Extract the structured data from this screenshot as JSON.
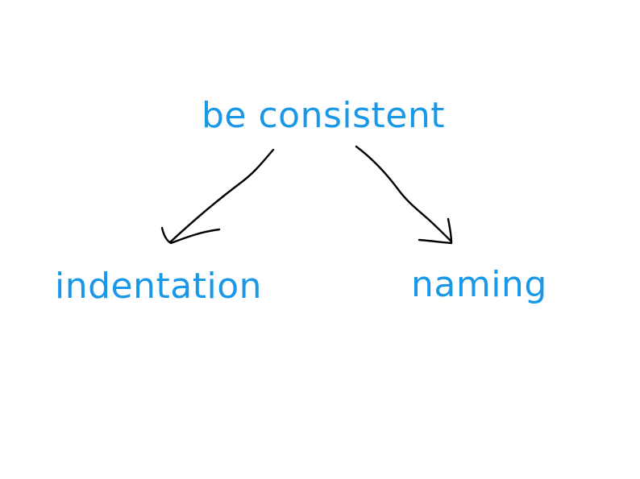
{
  "diagram": {
    "root": {
      "label": "be consistent"
    },
    "children": [
      {
        "label": "indentation"
      },
      {
        "label": "naming"
      }
    ],
    "edges": [
      {
        "from": "be consistent",
        "to": "indentation"
      },
      {
        "from": "be consistent",
        "to": "naming"
      }
    ]
  },
  "colors": {
    "text": "#1a98e8",
    "arrow": "#000000",
    "background": "#ffffff"
  }
}
